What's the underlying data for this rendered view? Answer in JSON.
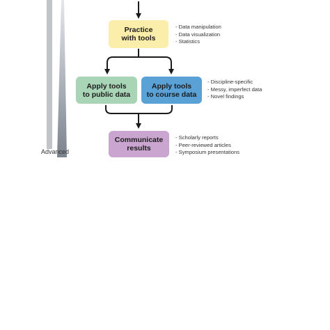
{
  "diagram": {
    "level_label": "Advanced",
    "boxes": {
      "practice": {
        "label": "Practice\nwith tools",
        "color": "#fbeeaa"
      },
      "public": {
        "label": "Apply tools\nto public data",
        "color": "#a9d5b7"
      },
      "course": {
        "label": "Apply tools\nto course data",
        "color": "#5aa1d6"
      },
      "communicate": {
        "label": "Communicate\nresults",
        "color": "#c9a5cf"
      }
    },
    "notes": {
      "practice": [
        "Data manipulation",
        "Data visualization",
        "Statistics"
      ],
      "course": [
        "Discipline-specific",
        "Messy, imperfect data",
        "Novel findings"
      ],
      "communicate": [
        "Scholarly reports",
        "Peer-reviewed articles",
        "Symposium presentations"
      ]
    }
  }
}
